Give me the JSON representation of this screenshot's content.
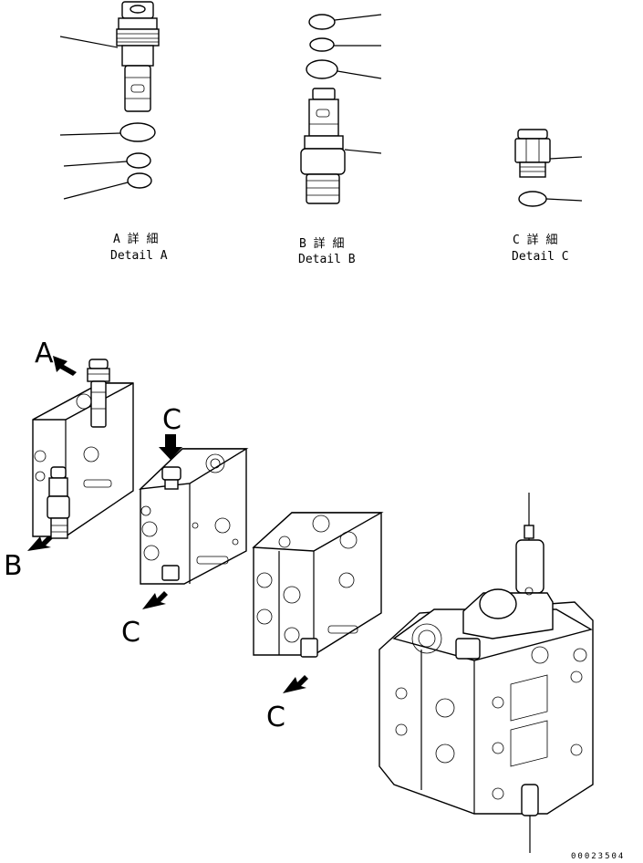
{
  "details": [
    {
      "key": "A",
      "jp": "A 詳 細",
      "en": "Detail A"
    },
    {
      "key": "B",
      "jp": "B 詳 細",
      "en": "Detail B"
    },
    {
      "key": "C",
      "jp": "C 詳 細",
      "en": "Detail C"
    }
  ],
  "view_labels": {
    "a": "A",
    "b": "B",
    "c_top": "C",
    "c_mid": "C",
    "c_bottom": "C"
  },
  "drawing_number": "00023504"
}
